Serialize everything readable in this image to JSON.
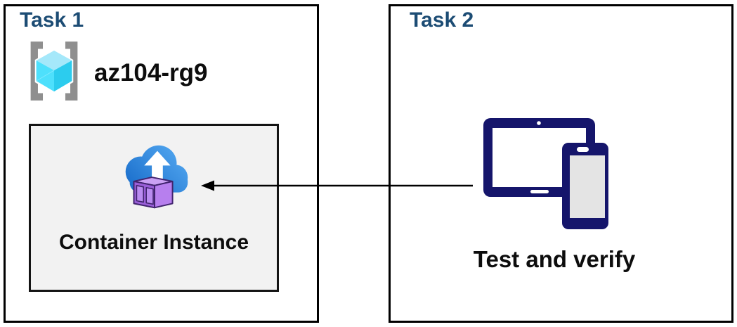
{
  "diagram": {
    "task1": {
      "title": "Task 1",
      "resource_group": {
        "name": "az104-rg9",
        "icon": "resource-group-icon"
      },
      "container_instance": {
        "label": "Container Instance",
        "icon": "container-instance-icon"
      }
    },
    "task2": {
      "title": "Task 2",
      "devices": {
        "label": "Test and verify",
        "icon": "tablet-and-phone-icon"
      }
    },
    "connector": {
      "from": "task2-devices",
      "to": "task1-container-instance",
      "direction": "right-to-left",
      "style": "solid-black-arrow"
    },
    "colors": {
      "heading_blue": "#1C4C74",
      "box_border": "#000000",
      "container_box_bg": "#F2F2F2",
      "device_navy": "#15156B",
      "bracket_gray": "#8F8F8F",
      "cube_cyan_top": "#A5E8FA",
      "cube_cyan_left": "#4EE0FC",
      "cube_cyan_right": "#2CCCEE",
      "cloud_blue_dark": "#1569C8",
      "cloud_blue_light": "#52A7F0",
      "container_purple_front": "#9A5FD8",
      "container_purple_side": "#B77FEE",
      "container_purple_top": "#CBA2F4"
    }
  }
}
